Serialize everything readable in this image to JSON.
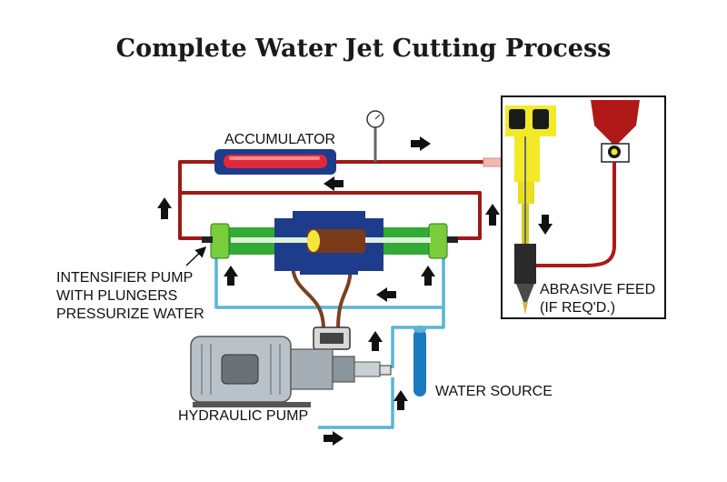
{
  "title": "Complete Water Jet Cutting Process",
  "labels": {
    "accumulator": "ACCUMULATOR",
    "intensifier_line1": "INTENSIFIER PUMP",
    "intensifier_line2": "WITH PLUNGERS",
    "intensifier_line3": "PRESSURIZE WATER",
    "abrasive_line1": "ABRASIVE FEED",
    "abrasive_line2": "(IF REQ'D.)",
    "water_source": "WATER SOURCE",
    "hydraulic_pump": "HYDRAULIC PUMP"
  },
  "colors": {
    "high_pressure_line": "#a01818",
    "water_line": "#5ab4d6",
    "hydraulic_line": "#7a4020",
    "accumulator_body": "#1e3c8c",
    "accumulator_core": "#e0283a",
    "intensifier_housing": "#1e3c8c",
    "plunger_cylinder": "#33aa33",
    "piston_core": "#7a3a1a",
    "cutting_head": "#f2ea28",
    "abrasive_hopper": "#b01818",
    "water_source_tank": "#1a7ac0",
    "motor": "#b8c2c8"
  }
}
